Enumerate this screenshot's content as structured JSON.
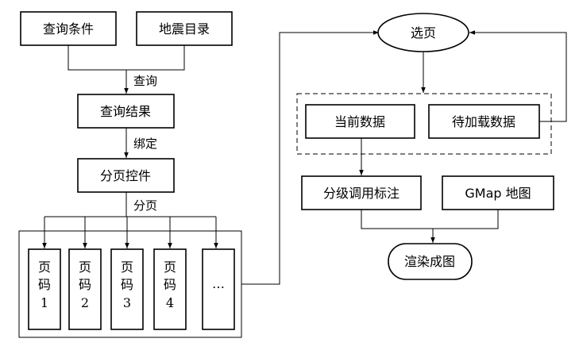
{
  "nodes": {
    "query_conditions": "查询条件",
    "quake_catalog": "地震目录",
    "query_results": "查询结果",
    "pager_control": "分页控件",
    "select_page": "选页",
    "current_data": "当前数据",
    "pending_data": "待加载数据",
    "graded_labels": "分级调用标注",
    "gmap": "GMap 地图",
    "render": "渲染成图"
  },
  "edge_labels": {
    "query": "查询",
    "bind": "绑定",
    "paging": "分页"
  },
  "pages": [
    {
      "c1": "页",
      "c2": "码",
      "num": "1"
    },
    {
      "c1": "页",
      "c2": "码",
      "num": "2"
    },
    {
      "c1": "页",
      "c2": "码",
      "num": "3"
    },
    {
      "c1": "页",
      "c2": "码",
      "num": "4"
    }
  ],
  "more_pages": "…"
}
